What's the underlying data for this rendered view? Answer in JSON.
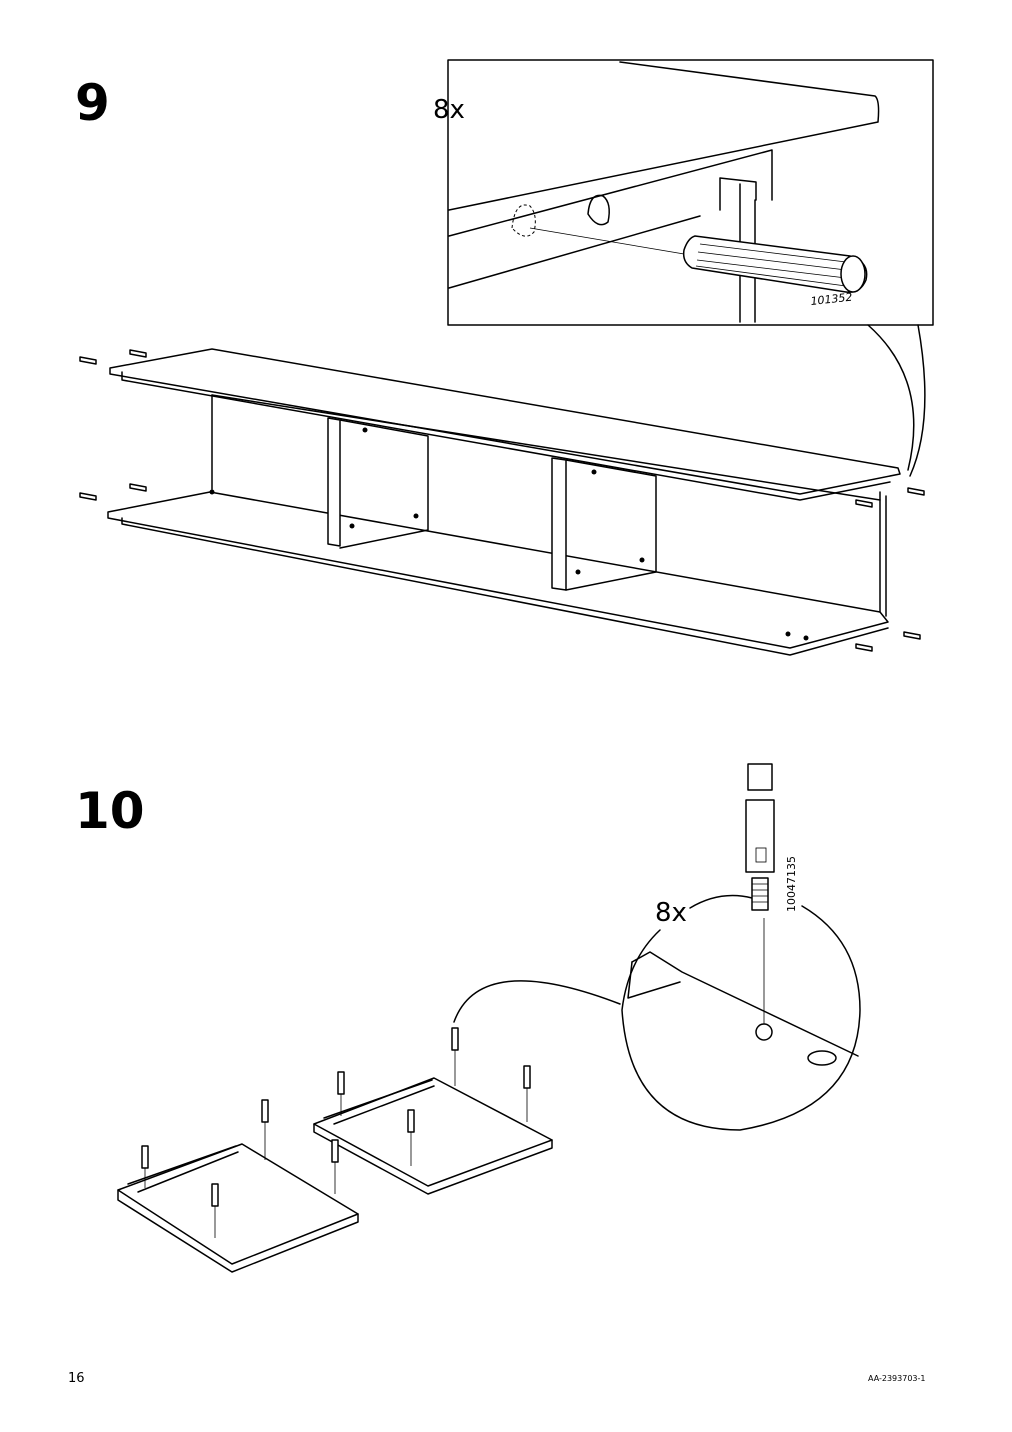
{
  "steps": [
    {
      "number": "9",
      "quantity": "8x",
      "part_number": "101352"
    },
    {
      "number": "10",
      "quantity": "8x",
      "part_number": "10047135"
    }
  ],
  "footer": {
    "page_number": "16",
    "document_code": "AA-2393703-1"
  }
}
